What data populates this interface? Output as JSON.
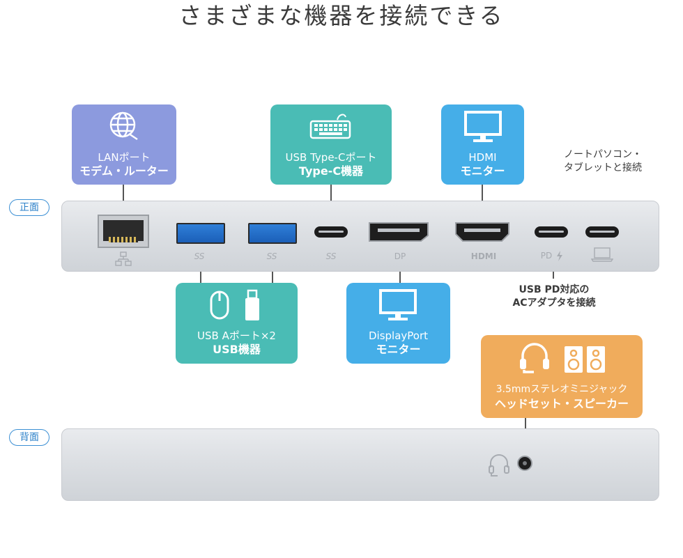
{
  "title": "さまざまな機器を接続できる",
  "sides": {
    "front": "正面",
    "back": "背面"
  },
  "cards": {
    "lan": {
      "line1": "LANポート",
      "line2": "モデム・ルーター"
    },
    "typec": {
      "line1": "USB Type-Cポート",
      "line2": "Type-C機器"
    },
    "hdmi": {
      "line1": "HDMI",
      "line2": "モニター"
    },
    "laptop": {
      "line1": "ノートパソコン・",
      "line2": "タブレットと接続"
    },
    "usba": {
      "line1": "USB Aポート×2",
      "line2": "USB機器"
    },
    "dp": {
      "line1": "DisplayPort",
      "line2": "モニター"
    },
    "pd": {
      "line1": "USB PD対応の",
      "line2": "ACアダプタを接続"
    },
    "audio": {
      "line1": "3.5mmステレオミニジャック",
      "line2": "ヘッドセット・スピーカー"
    }
  },
  "port_labels": {
    "ss1": "SS",
    "ss2": "SS",
    "ss3": "SS",
    "dp": "DP",
    "hdmi": "HDMI",
    "pd": "PD"
  },
  "colors": {
    "lan": "#8c9ade",
    "usb": "#4abcb5",
    "display": "#45aee8",
    "audio": "#f0ac5c",
    "accent": "#3b8fd4"
  },
  "icons": [
    "globe-icon",
    "keyboard-icon",
    "monitor-icon",
    "mouse-icon",
    "usb-stick-icon",
    "headset-icon",
    "speakers-icon",
    "network-icon",
    "laptop-icon",
    "lightning-icon"
  ]
}
